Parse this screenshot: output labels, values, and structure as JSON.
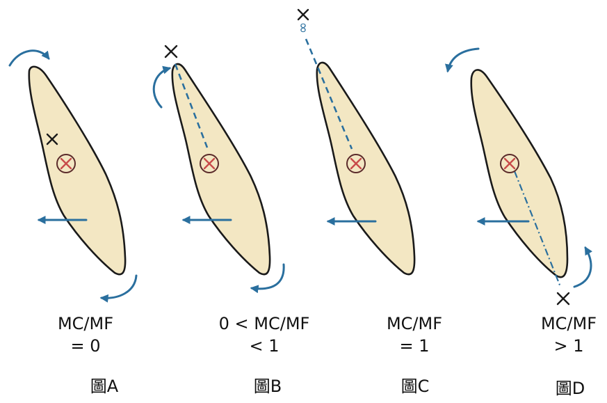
{
  "panels": [
    {
      "id": "A",
      "ratio_line1": "MC/MF",
      "ratio_line2": "= 0",
      "figure_label": "圖A"
    },
    {
      "id": "B",
      "ratio_line1": "0 < MC/MF",
      "ratio_line2": "< 1",
      "figure_label": "圖B"
    },
    {
      "id": "C",
      "ratio_line1": "MC/MF",
      "ratio_line2": "= 1",
      "figure_label": "圖C",
      "infinity_symbol": "∞"
    },
    {
      "id": "D",
      "ratio_line1": "MC/MF",
      "ratio_line2": "> 1",
      "figure_label": "圖D"
    }
  ],
  "colors": {
    "tooth_fill": "#f3e7c3",
    "arrow": "#2a6f9e",
    "center_mark": "#c84a4a"
  }
}
